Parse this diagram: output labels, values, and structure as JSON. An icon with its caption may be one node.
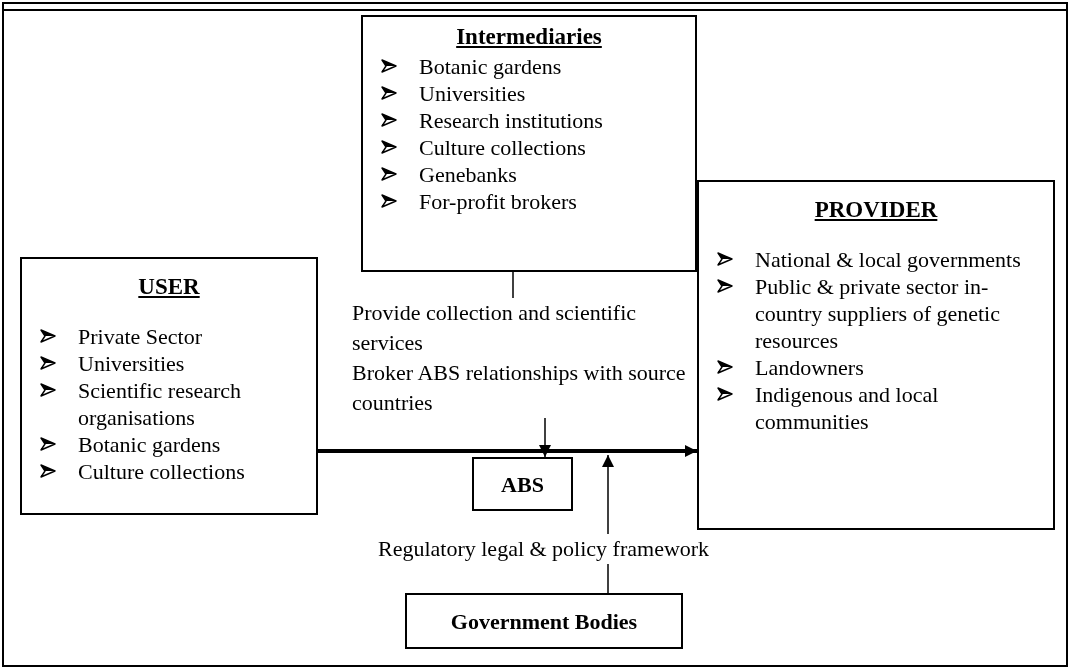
{
  "diagram": {
    "nodes": [
      {
        "text": [
          "Intermediaries",
          "Botanic gardens",
          "Universities",
          "Research institutions",
          "Culture collections",
          "Genebanks",
          "For-profit brokers"
        ]
      },
      {
        "text": [
          "USER",
          "Private Sector",
          "Universities",
          "Scientific research organisations",
          "Botanic gardens",
          "Culture collections"
        ]
      },
      {
        "text": [
          "PROVIDER",
          "National & local governments",
          "Public & private sector in-country suppliers of genetic resources",
          "Landowners",
          "Indigenous and local communities"
        ]
      },
      {
        "text": [
          "ABS"
        ]
      },
      {
        "text": [
          "Government Bodies"
        ]
      },
      {
        "text": [
          "Provide collection and scientific services",
          "Broker ABS relationships with source countries"
        ]
      },
      {
        "text": [
          "Regulatory legal & policy framework"
        ]
      }
    ],
    "edges": [
      {
        "from": 0,
        "to": 5,
        "arrow": "none"
      },
      {
        "from": 5,
        "to": 3,
        "arrow": "to"
      },
      {
        "from": 1,
        "to": 2,
        "arrow": "to",
        "style": "thick"
      },
      {
        "from": 6,
        "to": null,
        "arrow": "to"
      },
      {
        "from": 4,
        "to": 6,
        "arrow": "none"
      }
    ]
  }
}
